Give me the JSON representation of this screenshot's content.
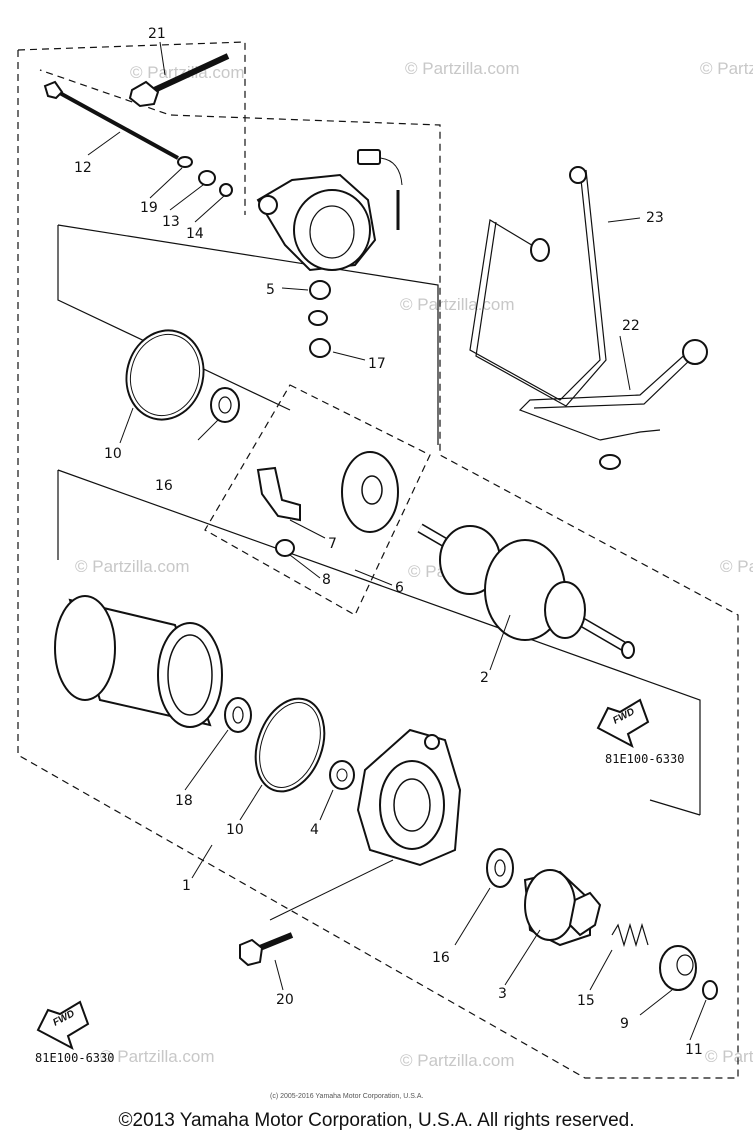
{
  "watermarks": [
    "© Partzilla.com",
    "© Partzilla.com",
    "© Partzilla.com",
    "© Partzilla.com",
    "© Partzilla.com",
    "© Partzilla.com",
    "© Partzilla.com",
    "© Partzilla.com",
    "© Partzilla.com",
    "© Partzilla.com"
  ],
  "callouts": {
    "p21": "21",
    "p12": "12",
    "p19": "19",
    "p13": "13",
    "p14": "14",
    "p23": "23",
    "p5": "5",
    "p17": "17",
    "p22": "22",
    "p10a": "10",
    "p16a": "16",
    "p7": "7",
    "p8": "8",
    "p6": "6",
    "p2": "2",
    "p18": "18",
    "p10b": "10",
    "p4": "4",
    "p1": "1",
    "p16b": "16",
    "p20": "20",
    "p3": "3",
    "p15": "15",
    "p9": "9",
    "p11": "11"
  },
  "ref_code_right": "81E100-6330",
  "ref_code_left": "81E100-6330",
  "fwd_label": "FWD",
  "small_notice": "(c) 2005-2016 Yamaha Motor Corporation, U.S.A.",
  "copyright": "©2013 Yamaha Motor Corporation, U.S.A. All rights reserved."
}
